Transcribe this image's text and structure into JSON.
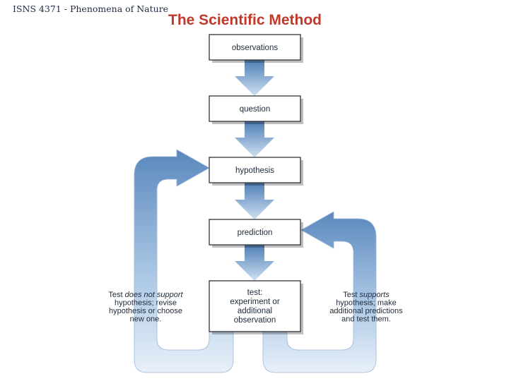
{
  "header": {
    "course": "ISNS 4371 - Phenomena of Nature",
    "title": "The Scientific Method"
  },
  "steps": [
    {
      "lines": [
        "observations"
      ]
    },
    {
      "lines": [
        "question"
      ]
    },
    {
      "lines": [
        "hypothesis"
      ]
    },
    {
      "lines": [
        "prediction"
      ]
    },
    {
      "lines": [
        "test:",
        "experiment or",
        "additional",
        "observation"
      ]
    }
  ],
  "loops": {
    "not_support": {
      "lines": [
        [
          {
            "t": "Test "
          },
          {
            "t": "does not support",
            "i": true
          }
        ],
        [
          {
            "t": "hypothesis; revise"
          }
        ],
        [
          {
            "t": "hypothesis or choose"
          }
        ],
        [
          {
            "t": "new one."
          }
        ]
      ]
    },
    "supports": {
      "lines": [
        [
          {
            "t": "Test "
          },
          {
            "t": "supports",
            "i": true
          }
        ],
        [
          {
            "t": "hypothesis; make"
          }
        ],
        [
          {
            "t": "additional predictions"
          }
        ],
        [
          {
            "t": "and test them."
          }
        ]
      ]
    }
  },
  "colors": {
    "title": "#c0392b",
    "course": "#1f2a44",
    "arrow_top": "#4f7fb6",
    "arrow_bottom": "#e4eef8",
    "box_border": "#2f3337",
    "box_fill": "#ffffff"
  }
}
